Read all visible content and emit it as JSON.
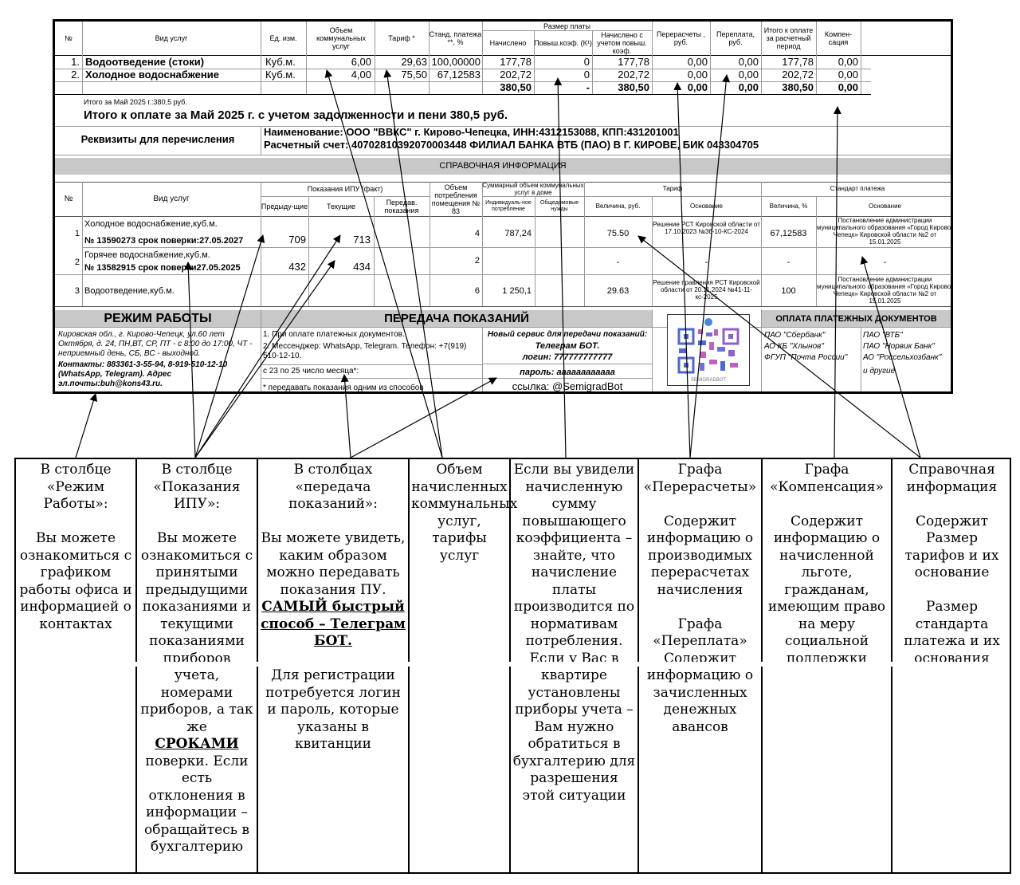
{
  "bill": {
    "headers": {
      "num": "№",
      "service": "Вид услуг",
      "unit": "Ед. изм.",
      "volume": "Объем коммунальных услуг",
      "tariff": "Тариф *",
      "std": "Станд. платежа **, %",
      "pay_group": "Размер платы",
      "charged": "Начислено",
      "coef": "Повыш.коэф. (К¹)",
      "charged_coef": "Начислено с учетом повыш. коэф.",
      "recalc": "Перерасчеты , руб.",
      "overpay": "Переплата, руб.",
      "total": "Итого к оплате за расчетный период",
      "comp": "Компен-сация"
    },
    "rows": [
      {
        "num": "1.",
        "service": "Водоотведение (стоки)",
        "unit": "Куб.м.",
        "volume": "6,00",
        "tariff": "29,63",
        "std": "100,00000",
        "charged": "177,78",
        "coef": "0",
        "charged_coef": "177,78",
        "recalc": "0,00",
        "overpay": "0,00",
        "total": "177,78",
        "comp": "0,00"
      },
      {
        "num": "2.",
        "service": "Холодное водоснабжение",
        "unit": "Куб.м.",
        "volume": "4,00",
        "tariff": "75,50",
        "std": "67,12583",
        "charged": "202,72",
        "coef": "0",
        "charged_coef": "202,72",
        "recalc": "0,00",
        "overpay": "0,00",
        "total": "202,72",
        "comp": "0,00"
      }
    ],
    "totals": {
      "charged": "380,50",
      "coef": "-",
      "charged_coef": "380,50",
      "recalc": "0,00",
      "overpay": "0,00",
      "total": "380,50",
      "comp": "0,00"
    },
    "small_total": "Итого за Май 2025 г.:380,5 руб.",
    "big_total": "Итого к оплате за Май 2025 г. с учетом задолженности и пени 380,5 руб.",
    "requisites_label": "Реквизиты для перечисления",
    "requisites_line1": "Наименование: ООО \"ВВКС\" г. Кирово-Чепецка, ИНН:4312153088, КПП:431201001",
    "requisites_line2": "Расчетный счет: 40702810392070003448 ФИЛИАЛ БАНКА ВТБ (ПАО) В Г. КИРОВЕ, БИК 043304705",
    "ref_title": "СПРАВОЧНАЯ ИНФОРМАЦИЯ",
    "ref_headers": {
      "num": "№",
      "service": "Вид услуг",
      "ipu": "Показания ИПУ (факт)",
      "prev": "Предыду-щие",
      "curr": "Текущие",
      "passed": "Передав. показания",
      "premises": "Объем потребления помещения № 83",
      "sum_group": "Суммарный объем коммунальных услуг в доме",
      "indiv": "Индивидуаль-ное потребление",
      "common": "Общедомовые нужды",
      "tariff_group": "Тариф",
      "t_value": "Величина, руб.",
      "t_basis": "Основание",
      "std_group": "Стандарт платежа",
      "s_value": "Величина, %",
      "s_basis": "Основание"
    },
    "ref_rows": [
      {
        "num": "1",
        "service": "Холодное водоснабжение,куб.м.",
        "meter": "№ 13590273 срок поверки:27.05.2027",
        "prev": "709",
        "curr": "713",
        "premises": "4",
        "indiv": "787,24",
        "t_value": "75.50",
        "t_basis": "Решение РСТ Кировской области от 17.10.2023 №36-10-КС-2024",
        "s_value": "67,12583",
        "s_basis": "Постановление администрации муниципального образования «Город Кирово-Чепецк» Кировской области №2 от 15.01.2025"
      },
      {
        "num": "2",
        "service": "Горячее водоснабжение,куб.м.",
        "meter": "№ 13582915 срок поверки27.05.2025",
        "prev": "432",
        "curr": "434",
        "premises": "2",
        "indiv": "",
        "t_value": "-",
        "t_basis": "-",
        "s_value": "-",
        "s_basis": "-"
      },
      {
        "num": "3",
        "service": "Водоотведение,куб.м.",
        "meter": "",
        "prev": "",
        "curr": "",
        "premises": "6",
        "indiv": "1 250,1",
        "t_value": "29.63",
        "t_basis": "Решение правления РСТ Кировской области от 20.11.2024 №41-11-кс-2025",
        "s_value": "100",
        "s_basis": "Постановление администрации муниципального образования «Город Кирово-Чепецк» Кировской области №2 от 15.01.2025"
      }
    ],
    "work_title": "РЕЖИМ РАБОТЫ",
    "work_text": "Кировская обл., г. Кирово-Чепецк, ул.60 лет Октября, д. 24, ПН,ВТ, СР, ПТ - с 8:00 до 17:00, ЧТ - неприемный день, СБ, ВС - выходной.",
    "contacts": "Контакты: 883361-3-55-94, 8-919-510-12-10 (WhatsApp, Telegram). Адрес эл.почты:buh@kons43.ru.",
    "transfer_title": "ПЕРЕДАЧА ПОКАЗАНИЙ",
    "transfer_1": "1. При оплате платежных документов.",
    "transfer_2": "2. Мессенджер: WhatsApp, Telegram. Телефон: +7(919) 510-12-10.",
    "transfer_period": "с 23 по 25  число месяца*:",
    "transfer_note": "* передавать показания одним из способов",
    "bot_title": "Новый сервис для передачи показаний:",
    "bot_name": "Телеграм БОТ.",
    "login": "логин:  777777777777",
    "password": "пароль:  аааааааааааа",
    "link": "ссылка: @SemigradBot",
    "qr_caption": "SEMIGRADBOT",
    "payment_title": "ОПЛАТА ПЛАТЕЖНЫХ ДОКУМЕНТОВ",
    "banks_left": [
      "ПАО \"Сбербанк\"",
      "АО КБ \"Хлынов\"",
      "ФГУП \"Почта России\""
    ],
    "banks_right": [
      "ПАО \"ВТБ\"",
      "ПАО \"Норвик Банк\"",
      "АО \"Россельхозбанк\"",
      "и другие"
    ]
  },
  "legend": [
    {
      "id": "work",
      "parts": [
        {
          "t": "В столбце «Режим Работы»:"
        },
        {
          "t": ""
        },
        {
          "t": "Вы можете ознакомиться с графиком работы офиса и информацией о контактах"
        }
      ]
    },
    {
      "id": "ipu",
      "parts": [
        {
          "t": "В столбце «Показания ИПУ»:"
        },
        {
          "t": ""
        },
        {
          "t": "Вы можете ознакомиться с принятыми предыдущими показаниями и текущими показаниями приборов учета, номерами приборов, а так же "
        },
        {
          "t": "СРОКАМИ",
          "u": true
        },
        {
          "t": " поверки. Если есть отклонения в информации – обращайтесь в бухгалтерию"
        }
      ]
    },
    {
      "id": "transfer",
      "parts": [
        {
          "t": "В столбцах «передача показаний»:"
        },
        {
          "t": ""
        },
        {
          "t": "Вы можете увидеть, каким образом можно передавать показания ПУ. "
        },
        {
          "t": "САМЫЙ быстрый способ – Телеграм БОТ.",
          "u": true
        },
        {
          "t": ""
        },
        {
          "t": "Для регистрации потребуется логин и пароль, которые указаны в квитанции"
        }
      ]
    },
    {
      "id": "volume",
      "parts": [
        {
          "t": "Объем начисленных коммунальных услуг, тарифы услуг"
        }
      ]
    },
    {
      "id": "coef",
      "parts": [
        {
          "t": "Если вы увидели начисленную сумму повышающего коэффициента – знайте, что начисление платы производится по нормативам потребления. Если у Вас в квартире установлены приборы учета – Вам нужно обратиться в бухгалтерию для разрешения этой ситуации"
        }
      ]
    },
    {
      "id": "recalc",
      "parts": [
        {
          "t": "Графа «Перерасчеты»"
        },
        {
          "t": ""
        },
        {
          "t": "Содержит информацию о производимых перерасчетах начисления"
        },
        {
          "t": ""
        },
        {
          "t": "Графа «Переплата»"
        },
        {
          "t": "Содержит информацию о зачисленных денежных авансов"
        }
      ]
    },
    {
      "id": "comp",
      "parts": [
        {
          "t": "Графа «Компенсация»"
        },
        {
          "t": ""
        },
        {
          "t": "Содержит информацию о начисленной льготе, гражданам, имеющим право на меру социальной поддержки"
        }
      ]
    },
    {
      "id": "ref",
      "parts": [
        {
          "t": "Справочная информация"
        },
        {
          "t": ""
        },
        {
          "t": "Содержит Размер тарифов и их основание"
        },
        {
          "t": ""
        },
        {
          "t": "Размер стандарта платежа и их основания"
        }
      ]
    }
  ]
}
